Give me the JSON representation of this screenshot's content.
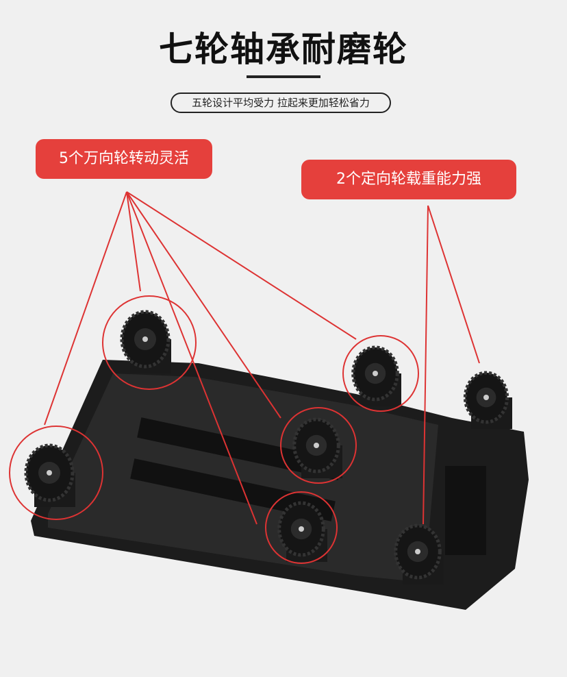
{
  "title": "七轮轴承耐磨轮",
  "subtitle": "五轮设计平均受力 拉起来更加轻松省力",
  "callouts": {
    "swivel": "5个万向轮转动灵活",
    "fixed": "2个定向轮载重能力强"
  },
  "colors": {
    "accent": "#e5403c",
    "product": "#1a1a1a"
  }
}
